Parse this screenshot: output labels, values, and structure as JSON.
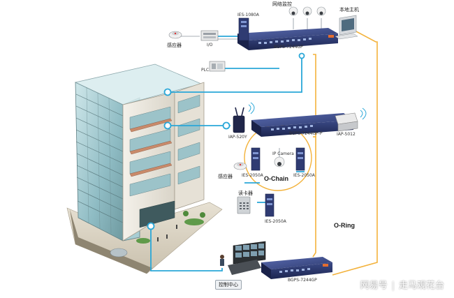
{
  "labels": {
    "network_monitoring": "网络监控",
    "local_host": "本地主机",
    "ies1080a_top": "IES-1080A",
    "bgps7244gp_top": "BGPS-7244GP",
    "sensor_top": "感应器",
    "io": "I/O",
    "plc": "PLC",
    "iap520v": "IAP-520Y",
    "bgps7244gp_mid": "BGPS-7244GP-P",
    "iap5012": "IAP-5012",
    "ip_camera": "IP Camera",
    "ies2050a_left": "IES-2050A",
    "ies2050a_right": "IES-2050A",
    "sensor_mid": "感应器",
    "ochain": "O-Chain",
    "card_reader": "读卡器",
    "ies2050a_bottom": "IES-2050A",
    "oring": "O-Ring",
    "bgps7244gp_bottom": "BGPS-7244GP",
    "control_center": "控制中心"
  },
  "watermark": {
    "brand": "网易号",
    "separator": "|",
    "author": "走马观花台"
  },
  "colors": {
    "ethernet_line": "#2aa7d8",
    "ring_line": "#f3b23b",
    "building_glass": "#9ec8cf",
    "building_frame": "#6f8d90",
    "switch_body": "#3b4a86"
  }
}
